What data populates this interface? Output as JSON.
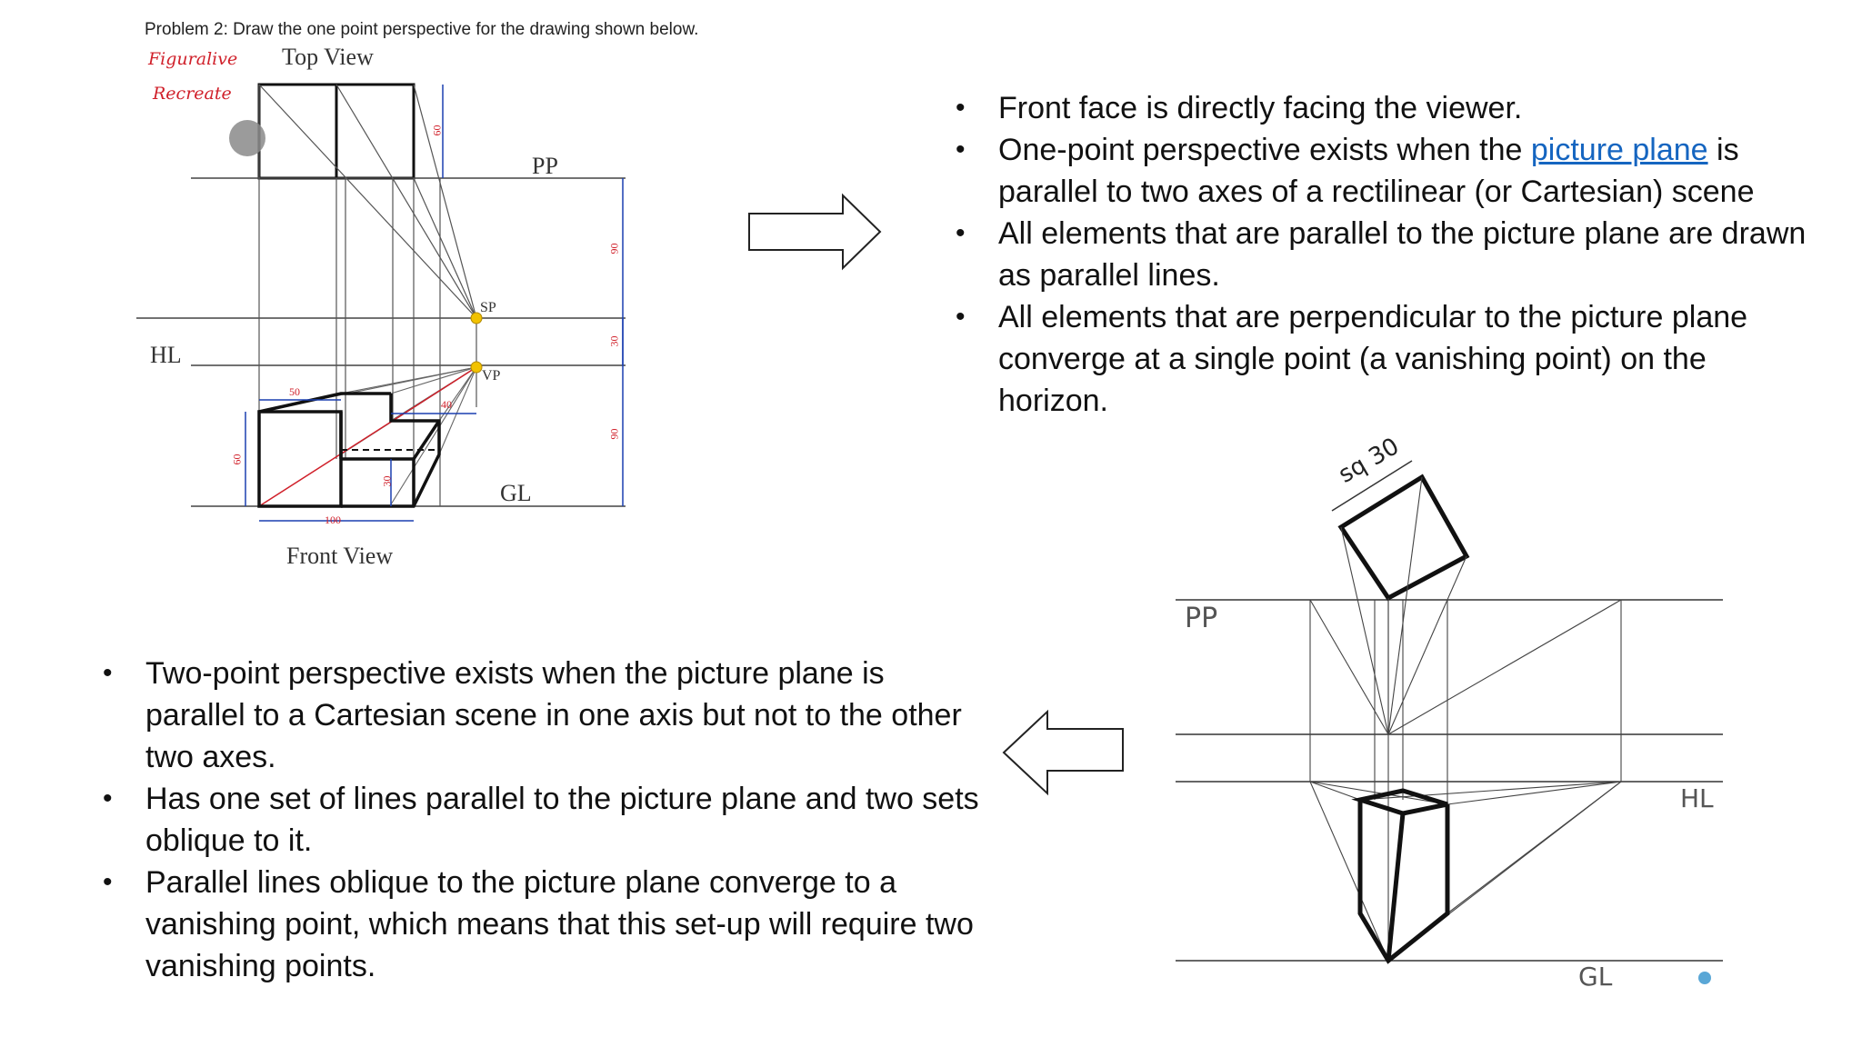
{
  "problem": {
    "title": "Problem 2: Draw the one point perspective for the drawing shown below.",
    "handwritten": [
      "Figuralive",
      "Recreate"
    ]
  },
  "left_drawing": {
    "top_view_label": "Top View",
    "front_view_label": "Front View",
    "labels": {
      "pp": "PP",
      "hl": "HL",
      "gl": "GL",
      "sp": "SP",
      "vp": "VP"
    },
    "dimensions": {
      "d60_top": "60",
      "d90_upper": "90",
      "d30": "30",
      "d90_lower": "90",
      "d50": "50",
      "d40": "40",
      "d60_front": "60",
      "d30_front": "30",
      "d100": "100"
    }
  },
  "right_bullets": [
    {
      "parts": [
        "Front face is directly facing the viewer."
      ]
    },
    {
      "before": "One-point perspective exists when the ",
      "link": "picture plane",
      "after": " is parallel to two axes of a rectilinear (or Cartesian) scene"
    },
    {
      "parts": [
        "All elements that are parallel to the picture plane are drawn as parallel lines."
      ]
    },
    {
      "parts": [
        "All elements that are perpendicular to the picture plane converge at a single point (a vanishing point) on the horizon."
      ]
    }
  ],
  "left_bullets": [
    "Two-point perspective exists when the picture plane is parallel to a Cartesian scene in one axis but not to the other two axes.",
    "Has one set of lines parallel to the picture plane and two sets oblique to it.",
    "Parallel lines oblique to the picture plane converge to a vanishing point, which means that this set-up will require two vanishing points."
  ],
  "right_drawing": {
    "sq_label": "sq 30",
    "pp": "PP",
    "hl": "HL",
    "gl": "GL"
  },
  "colors": {
    "text": "#111111",
    "link": "#1565c0",
    "red": "#d0202a",
    "blue_dim": "#1a3fb0",
    "yellow_point": "#f2c200"
  }
}
